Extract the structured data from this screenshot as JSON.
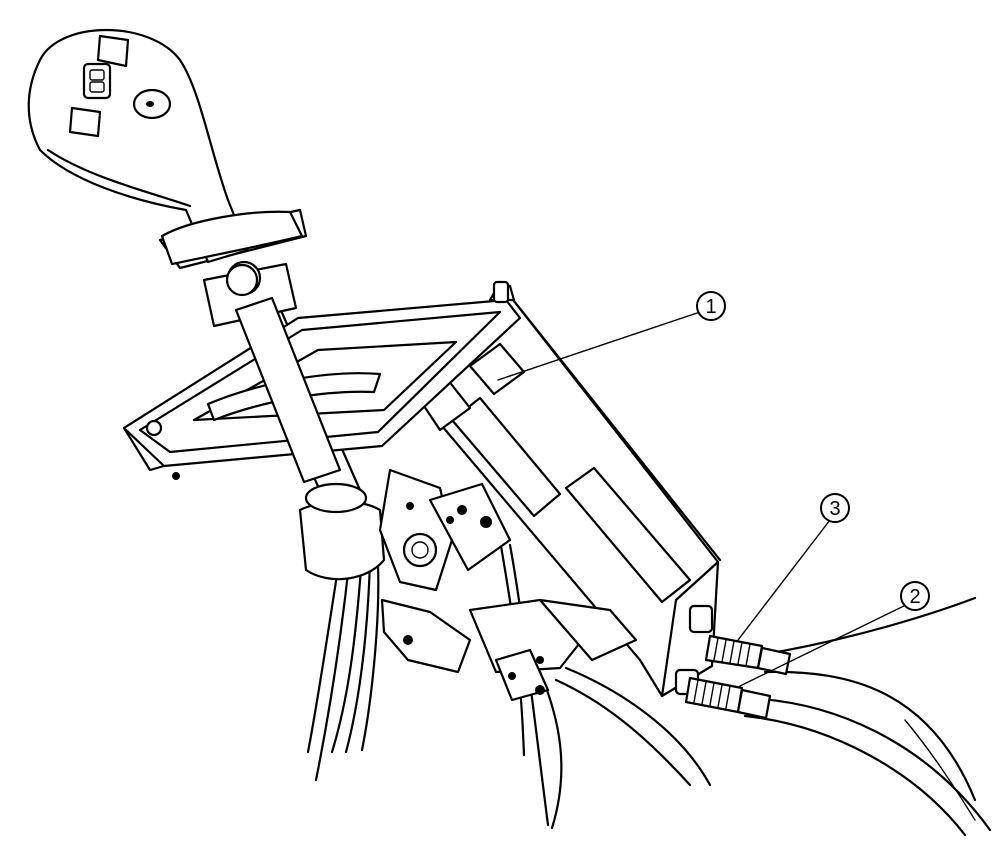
{
  "figure": {
    "subject": "control-lever-assembly",
    "callouts": [
      {
        "id": "callout-1",
        "label": "1"
      },
      {
        "id": "callout-2",
        "label": "2"
      },
      {
        "id": "callout-3",
        "label": "3"
      }
    ]
  }
}
